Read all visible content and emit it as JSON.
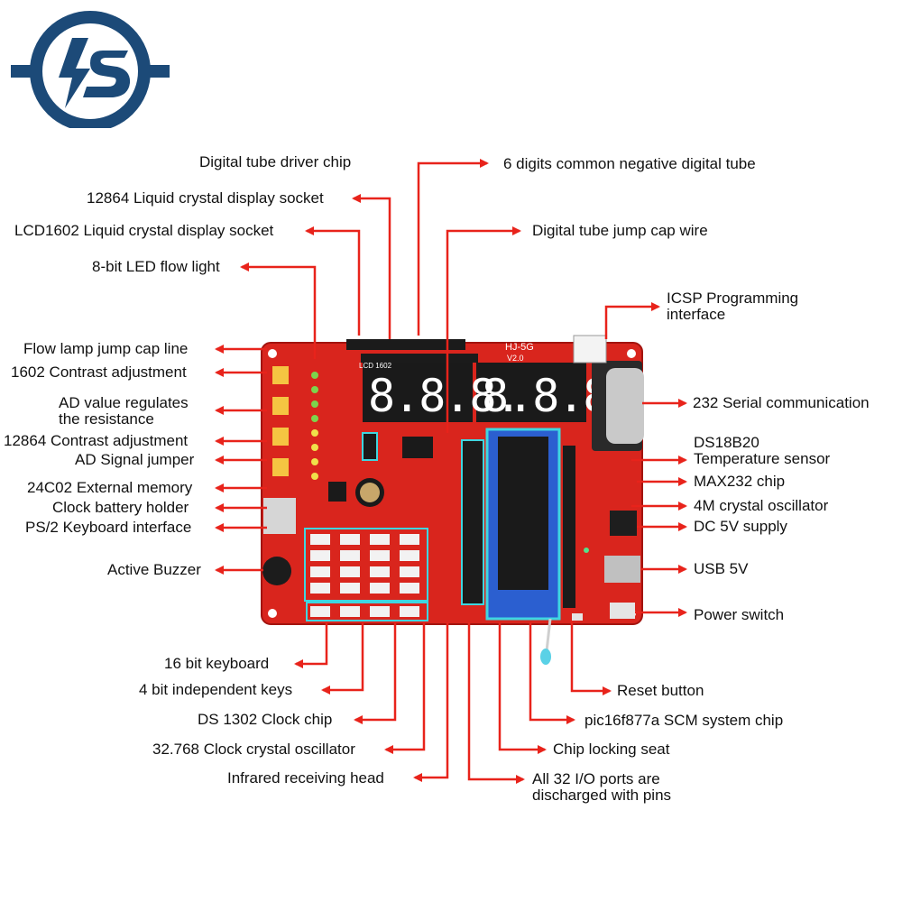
{
  "colors": {
    "logo_blue": "#1c4a78",
    "arrow_red": "#e8231b",
    "board_red": "#d9251d",
    "highlight_cyan": "#3fd6e0",
    "digit_red": "#ff3b30"
  },
  "logo": {
    "icon": "lightning-s-logo-icon"
  },
  "board": {
    "brand_text": "HJ-5G",
    "version_text": "V2.0",
    "lcd_socket_text": "LCD 1602"
  },
  "labels": {
    "digital_tube_driver": "Digital tube driver chip",
    "six_digit_tube": "6 digits common negative digital tube",
    "lcd12864_socket": "12864 Liquid crystal display socket",
    "lcd1602_socket": "LCD1602 Liquid crystal display socket",
    "jump_cap_wire": "Digital tube jump cap wire",
    "led_flow": "8-bit LED flow light",
    "icsp_line1": "ICSP Programming",
    "icsp_line2": "interface",
    "flow_jump": "Flow lamp jump cap line",
    "contrast_1602": "1602 Contrast adjustment",
    "ad_value_line1": "AD value regulates",
    "ad_value_line2": "the resistance",
    "serial_232": "232 Serial communication",
    "contrast_12864": "12864 Contrast adjustment",
    "ds18b20_line1": "DS18B20",
    "ds18b20_line2": "Temperature sensor",
    "ad_jumper": "AD Signal jumper",
    "max232": "MAX232 chip",
    "eeprom": "24C02 External memory",
    "crystal_4m": "4M crystal oscillator",
    "battery": "Clock battery holder",
    "dc5v": "DC 5V supply",
    "ps2": "PS/2 Keyboard interface",
    "buzzer": "Active Buzzer",
    "usb5v": "USB 5V",
    "power_switch": "Power switch",
    "keyboard16": "16 bit keyboard",
    "keys4": "4 bit independent keys",
    "reset": "Reset button",
    "ds1302": "DS 1302 Clock chip",
    "mcu": "pic16f877a SCM system chip",
    "crystal_32k": "32.768 Clock crystal oscillator",
    "locking_seat": "Chip locking seat",
    "ir": "Infrared receiving head",
    "io_line1": "All 32 I/O ports are",
    "io_line2": "discharged with pins"
  }
}
